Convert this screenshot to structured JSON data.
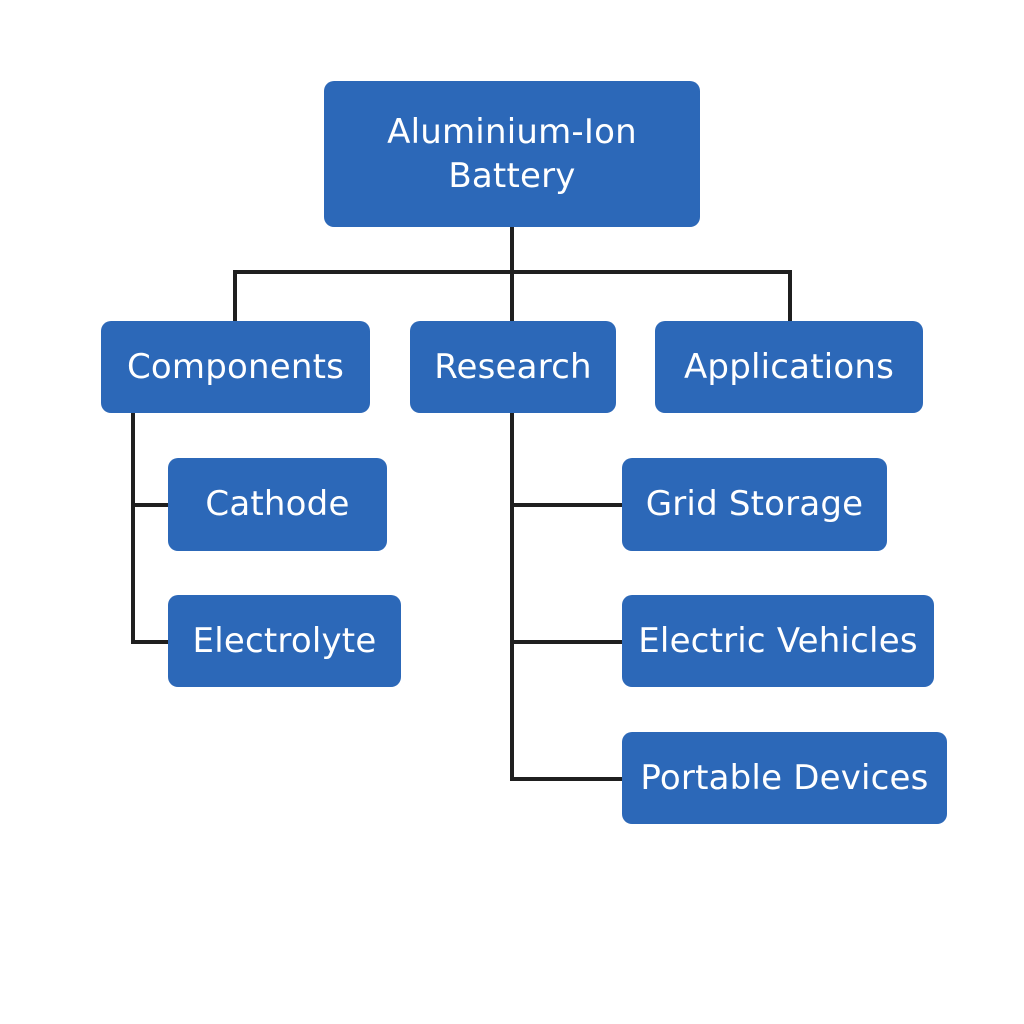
{
  "theme": {
    "node_color": "#2c68b8",
    "connector_color": "#1f1f1f",
    "text_color": "#ffffff"
  },
  "nodes": {
    "root": {
      "line1": "Aluminium-Ion",
      "line2": "Battery"
    },
    "components": {
      "label": "Components"
    },
    "research": {
      "label": "Research"
    },
    "applications": {
      "label": "Applications"
    },
    "cathode": {
      "label": "Cathode"
    },
    "electrolyte": {
      "label": "Electrolyte"
    },
    "grid_storage": {
      "label": "Grid Storage"
    },
    "electric_vehicles": {
      "label": "Electric Vehicles"
    },
    "portable_devices": {
      "label": "Portable Devices"
    }
  },
  "edges": [
    {
      "from": "root",
      "to": "components"
    },
    {
      "from": "root",
      "to": "research"
    },
    {
      "from": "root",
      "to": "applications"
    },
    {
      "from": "components",
      "to": "cathode"
    },
    {
      "from": "components",
      "to": "electrolyte"
    },
    {
      "from": "research",
      "to": "grid_storage"
    },
    {
      "from": "research",
      "to": "electric_vehicles"
    },
    {
      "from": "research",
      "to": "portable_devices"
    }
  ]
}
